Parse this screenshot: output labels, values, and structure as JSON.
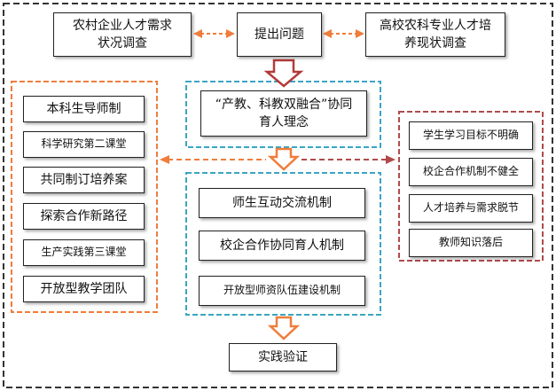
{
  "colors": {
    "outer_border": "#333333",
    "orange": "#ef7d3c",
    "teal": "#3aa5c3",
    "red": "#b04a4a",
    "arrow_fill": "#ffffff",
    "arrow_stroke": "#b33a3a",
    "box_border": "#222222"
  },
  "top": {
    "left_survey": "农村企业人才需求状况调查",
    "problem": "提出问题",
    "right_survey": "高校农科专业人才培养现状调查"
  },
  "concept": "“产教、科教双融合”协同育人理念",
  "left_measures": [
    "本科生导师制",
    "科学研究第二课堂",
    "共同制订培养案",
    "探索合作新路径",
    "生产实践第三课堂",
    "开放型教学团队"
  ],
  "center_mechanisms": [
    "师生互动交流机制",
    "校企合作协同育人机制",
    "开放型师资队伍建设机制"
  ],
  "right_problems": [
    "学生学习目标不明确",
    "校企合作机制不健全",
    "人才培养与需求脱节",
    "教师知识落后"
  ],
  "practice": "实践验证"
}
